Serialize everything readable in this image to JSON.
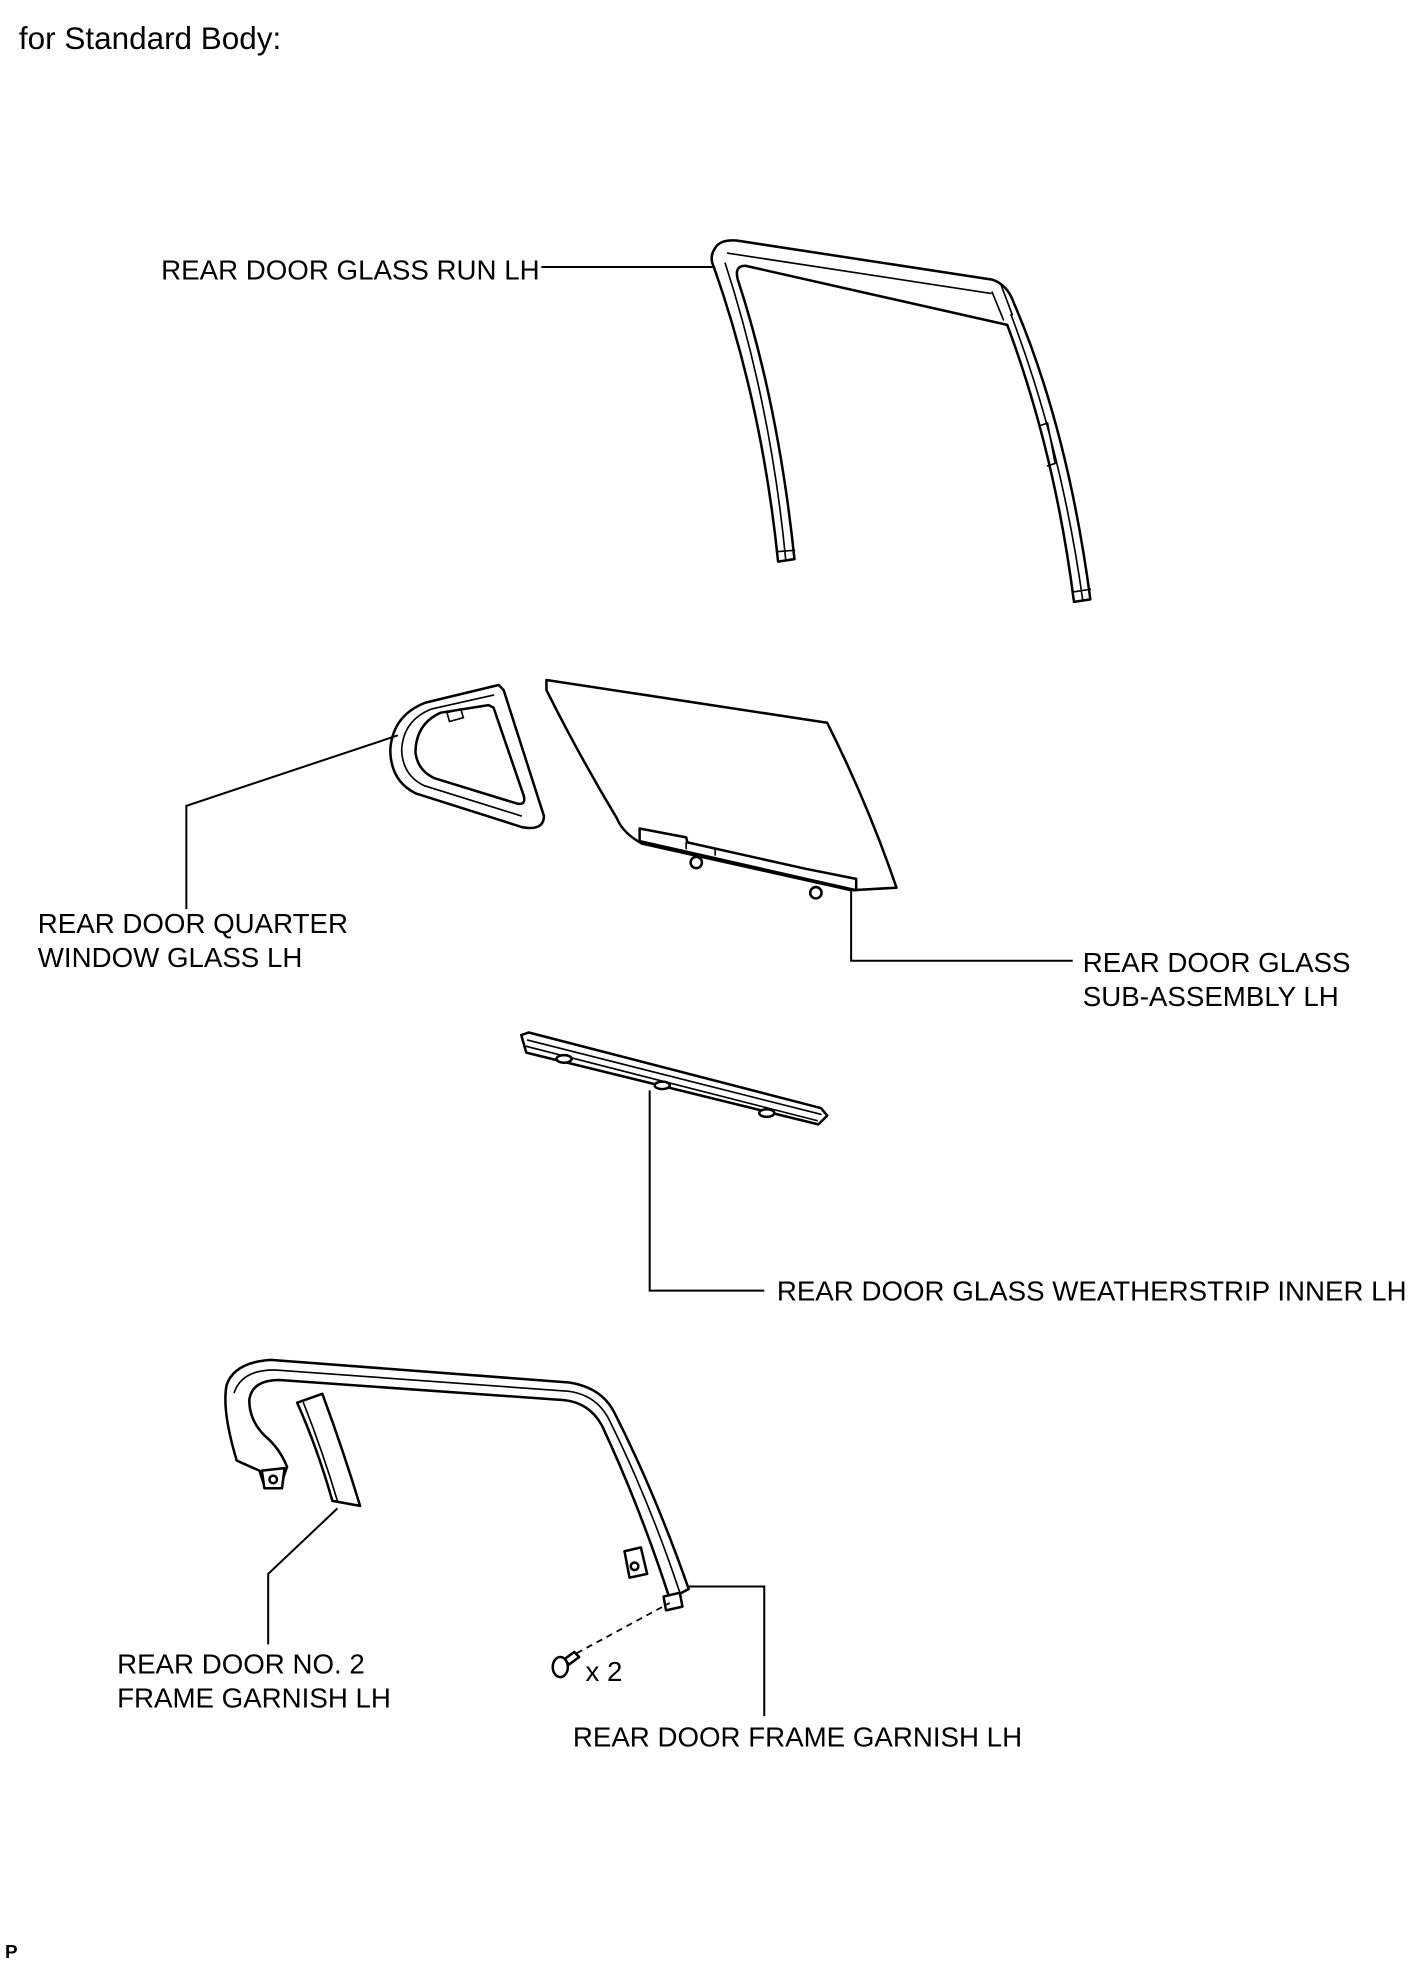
{
  "heading": "for Standard Body:",
  "labels": {
    "glass_run": "REAR DOOR GLASS RUN LH",
    "quarter_window": [
      "REAR DOOR QUARTER",
      "WINDOW GLASS LH"
    ],
    "glass_sub_assembly": [
      "REAR DOOR GLASS",
      "SUB-ASSEMBLY LH"
    ],
    "weatherstrip": "REAR DOOR GLASS WEATHERSTRIP INNER LH",
    "no2_garnish": [
      "REAR DOOR NO. 2",
      "FRAME GARNISH LH"
    ],
    "clip_qty": "x 2",
    "frame_garnish": "REAR DOOR FRAME GARNISH LH"
  },
  "corner_mark": "P"
}
